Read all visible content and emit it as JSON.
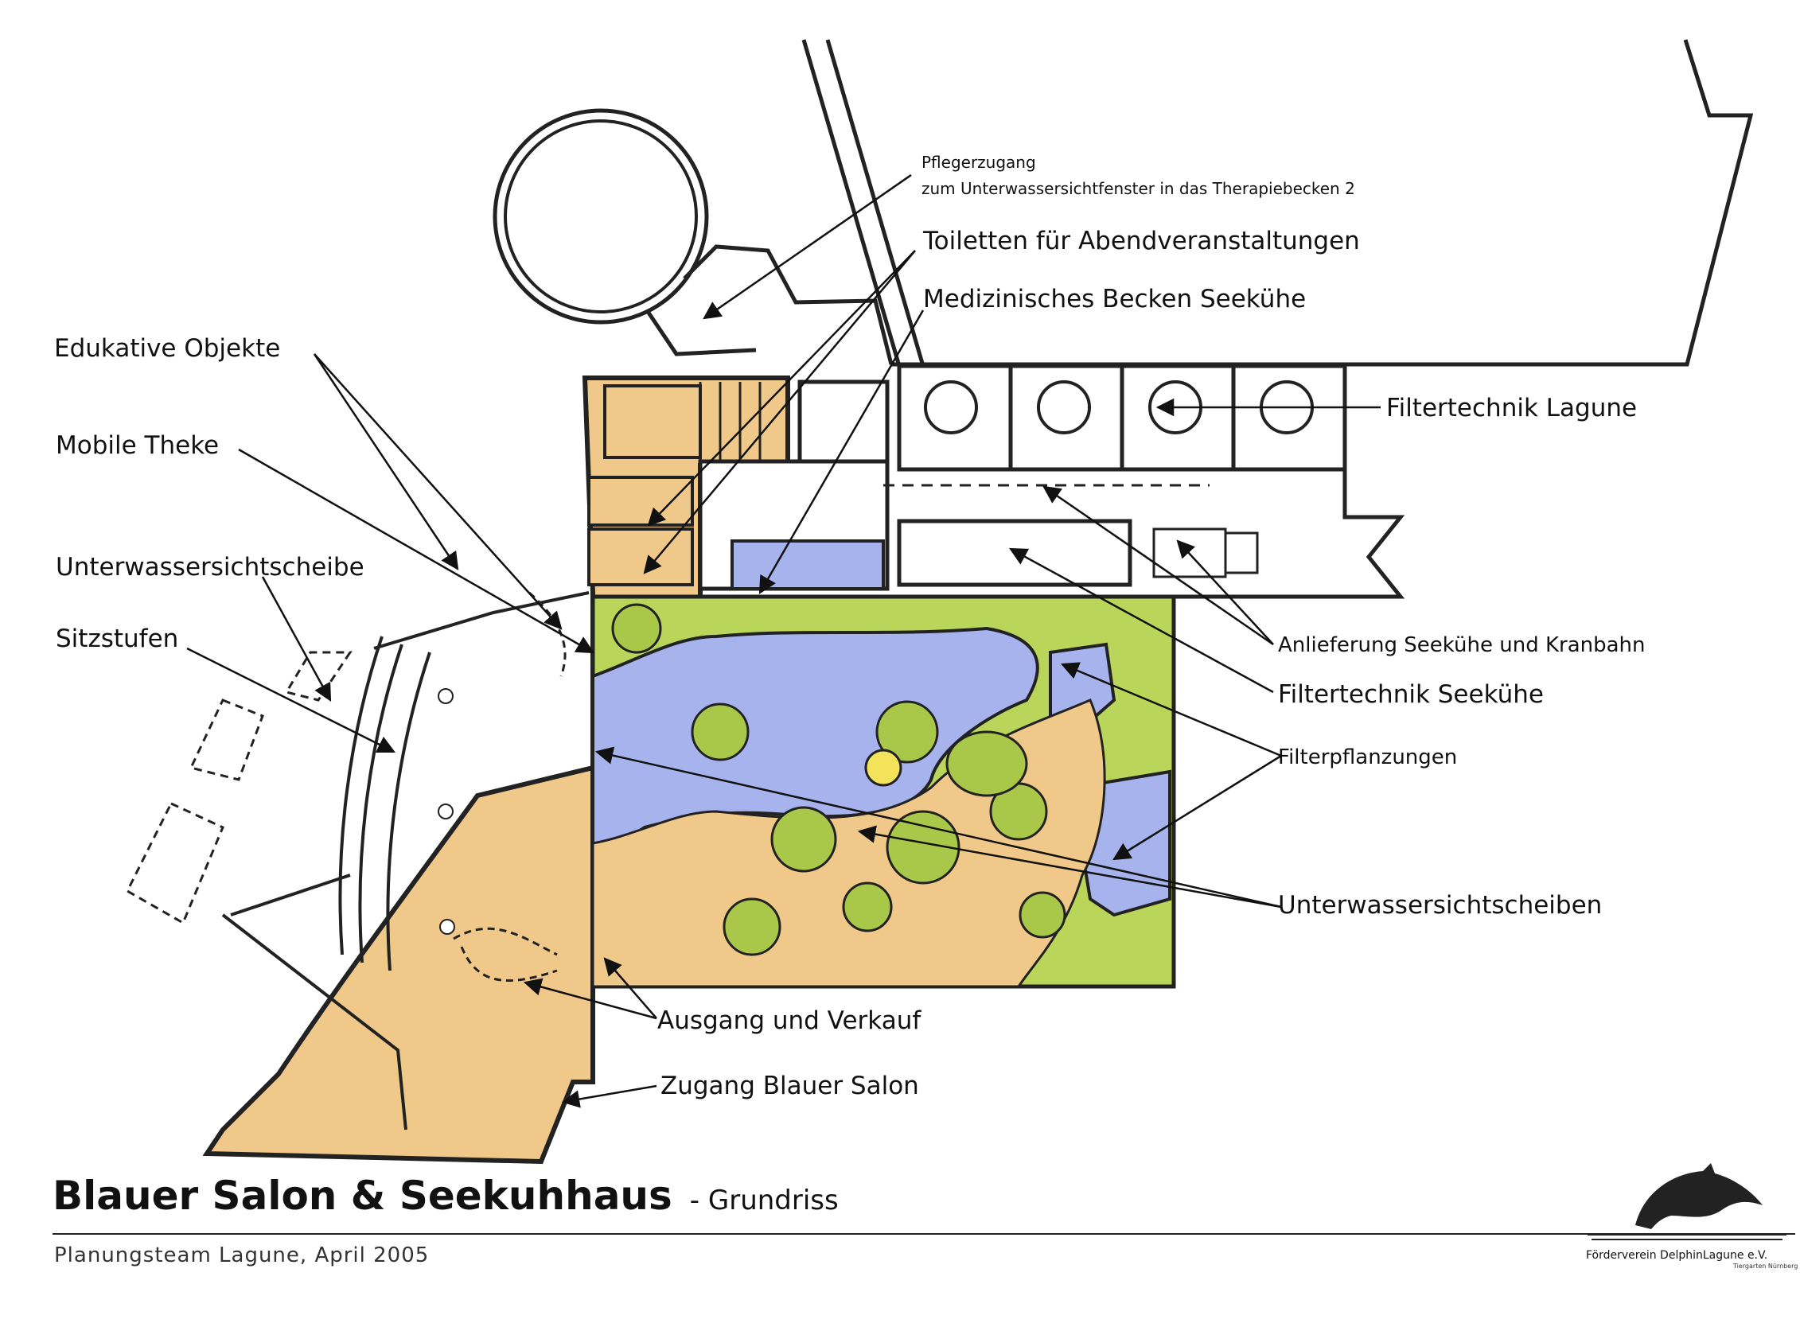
{
  "labels": {
    "pflegerzugang_1": "Pflegerzugang",
    "pflegerzugang_2": "zum Unterwassersichtfenster in das Therapiebecken 2",
    "toiletten": "Toiletten für Abendveranstaltungen",
    "medizinisches": "Medizinisches Becken Seekühe",
    "edukative": "Edukative Objekte",
    "mobile_theke": "Mobile Theke",
    "unterwassersichtscheibe": "Unterwassersichtscheibe",
    "sitzstufen": "Sitzstufen",
    "filtertechnik_lagune": "Filtertechnik Lagune",
    "anlieferung": "Anlieferung Seekühe und Kranbahn",
    "filtertechnik_seekuehe": "Filtertechnik Seekühe",
    "filterpflanzungen": "Filterpflanzungen",
    "unterwassersichtscheiben": "Unterwassersichtscheiben",
    "ausgang": "Ausgang und Verkauf",
    "zugang": "Zugang  Blauer Salon"
  },
  "footer": {
    "title": "Blauer Salon & Seekuhhaus",
    "subtitle": "- Grundriss",
    "credit": "Planungsteam Lagune, April 2005",
    "logo_text": "Förderverein DelphinLagune e.V.",
    "logo_sub": "Tiergarten Nürnberg"
  },
  "colors": {
    "sand": "#f0c98a",
    "water": "#a7b3ec",
    "grass": "#b9d65a",
    "tree": "#a9c84a",
    "wall": "#222222"
  }
}
